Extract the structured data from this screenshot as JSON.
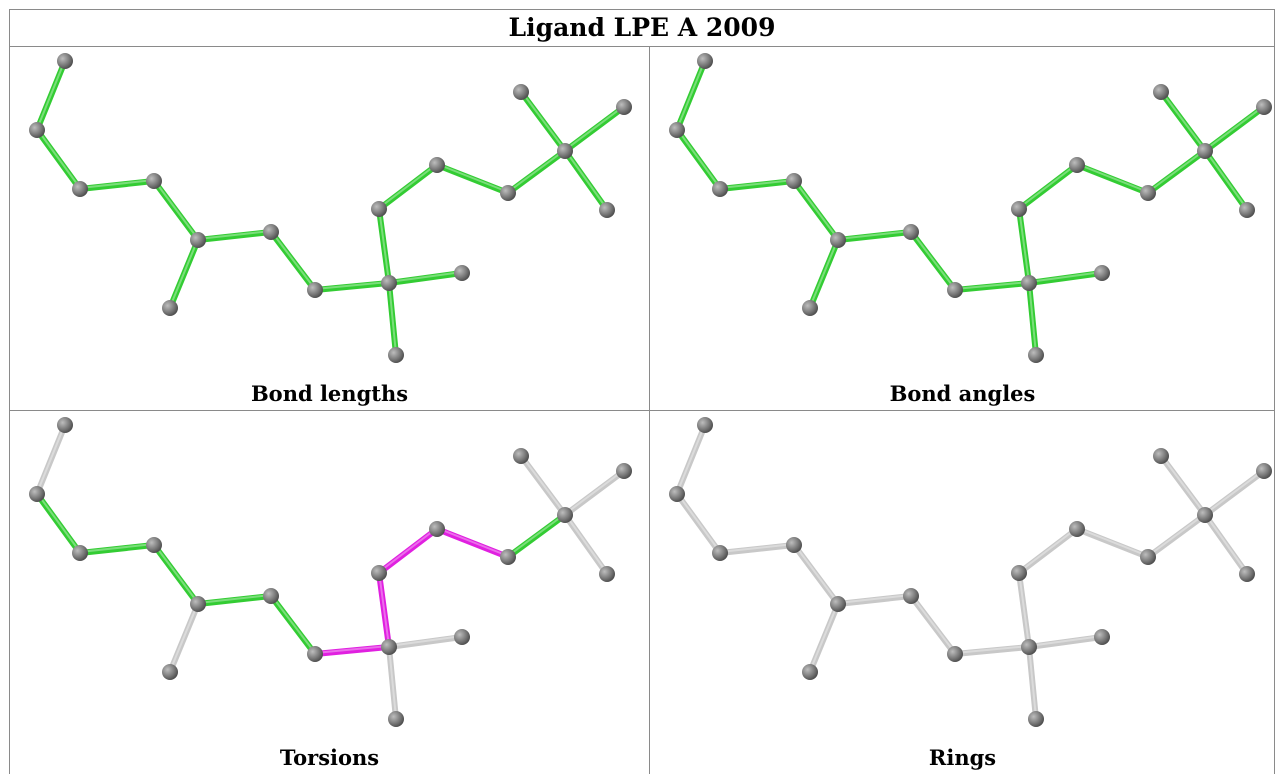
{
  "title": "Ligand LPE A 2009",
  "panels": [
    {
      "caption": "Bond lengths",
      "highlight": "all-green"
    },
    {
      "caption": "Bond angles",
      "highlight": "all-green"
    },
    {
      "caption": "Torsions",
      "highlight": "mixed"
    },
    {
      "caption": "Rings",
      "highlight": "none"
    }
  ],
  "colors": {
    "atom": "#7a7a7a",
    "bond_green": "#33cc33",
    "bond_magenta": "#e020e0",
    "bond_grey": "#c8c8c8",
    "border": "#8a8a8a"
  }
}
